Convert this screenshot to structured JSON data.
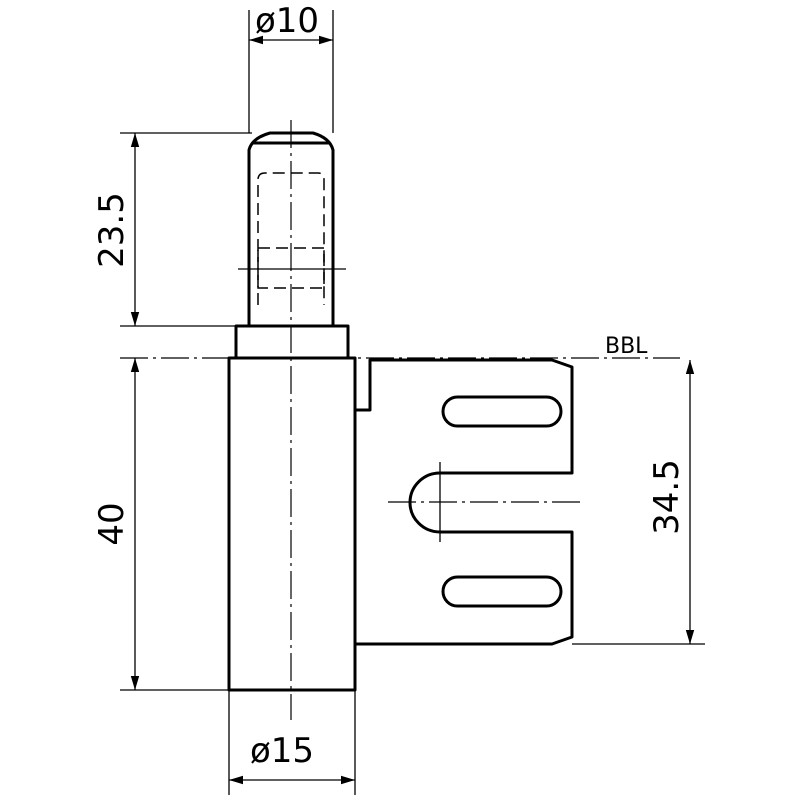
{
  "drawing": {
    "dim_pin_diameter": "ø10",
    "dim_barrel_diameter": "ø15",
    "dim_pin_length": "23.5",
    "dim_barrel_length": "40",
    "dim_plate_height": "34.5",
    "reference_label": "BBL"
  }
}
